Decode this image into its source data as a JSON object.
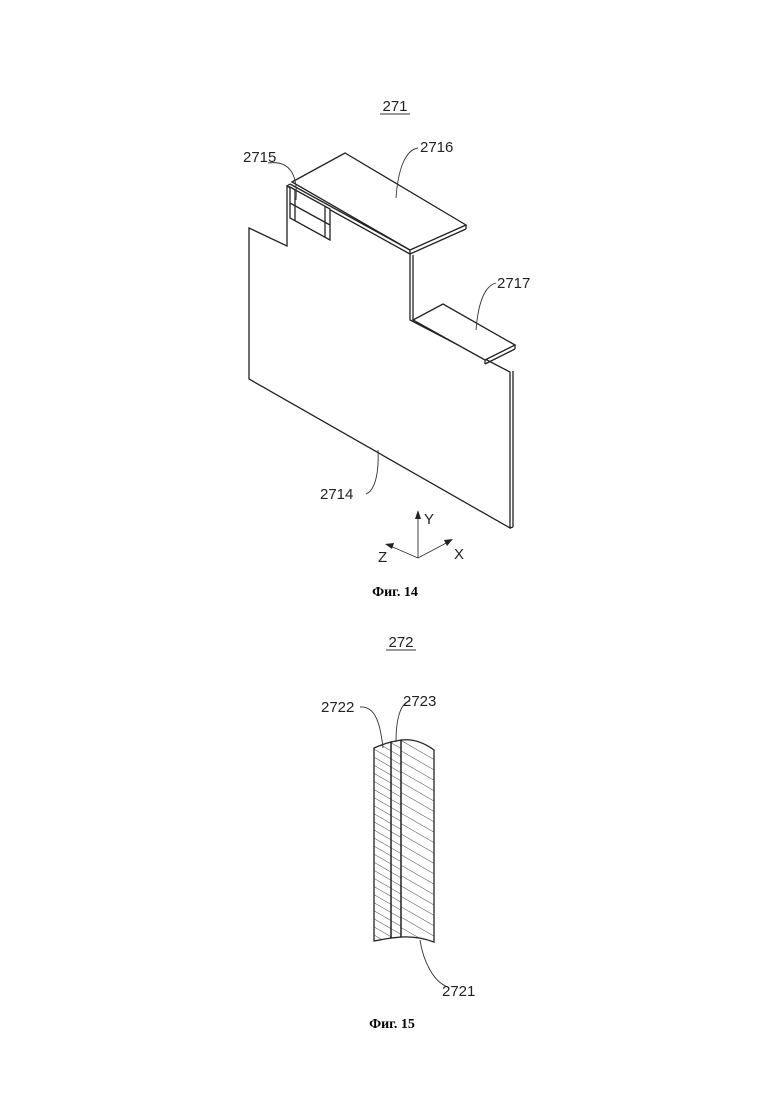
{
  "figure14": {
    "assembly_ref": "271",
    "labels": {
      "panel_2714": "2714",
      "part_2715": "2715",
      "part_2716": "2716",
      "part_2717": "2717"
    },
    "axes": {
      "y": "Y",
      "x": "X",
      "z": "Z"
    },
    "caption": "Фиг. 14"
  },
  "figure15": {
    "assembly_ref": "272",
    "labels": {
      "layer_2721": "2721",
      "layer_2722": "2722",
      "layer_2723": "2723"
    },
    "caption": "Фиг. 15"
  }
}
